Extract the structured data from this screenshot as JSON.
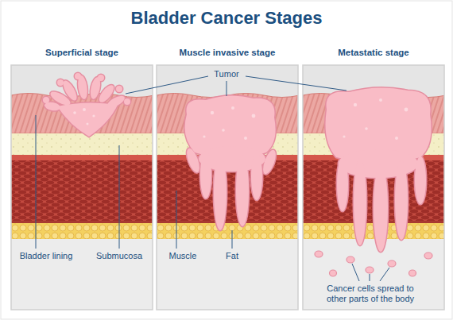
{
  "diagram": {
    "title": "Bladder Cancer Stages",
    "nodes": [
      {
        "text": [
          "Superficial stage"
        ]
      },
      {
        "text": [
          "Muscle invasive stage"
        ]
      },
      {
        "text": [
          "Metastatic stage"
        ]
      }
    ],
    "labels": [
      "Tumor",
      "Bladder lining",
      "Submucosa",
      "Muscle",
      "Fat",
      "Cancer cells spread to other parts of the body"
    ]
  }
}
